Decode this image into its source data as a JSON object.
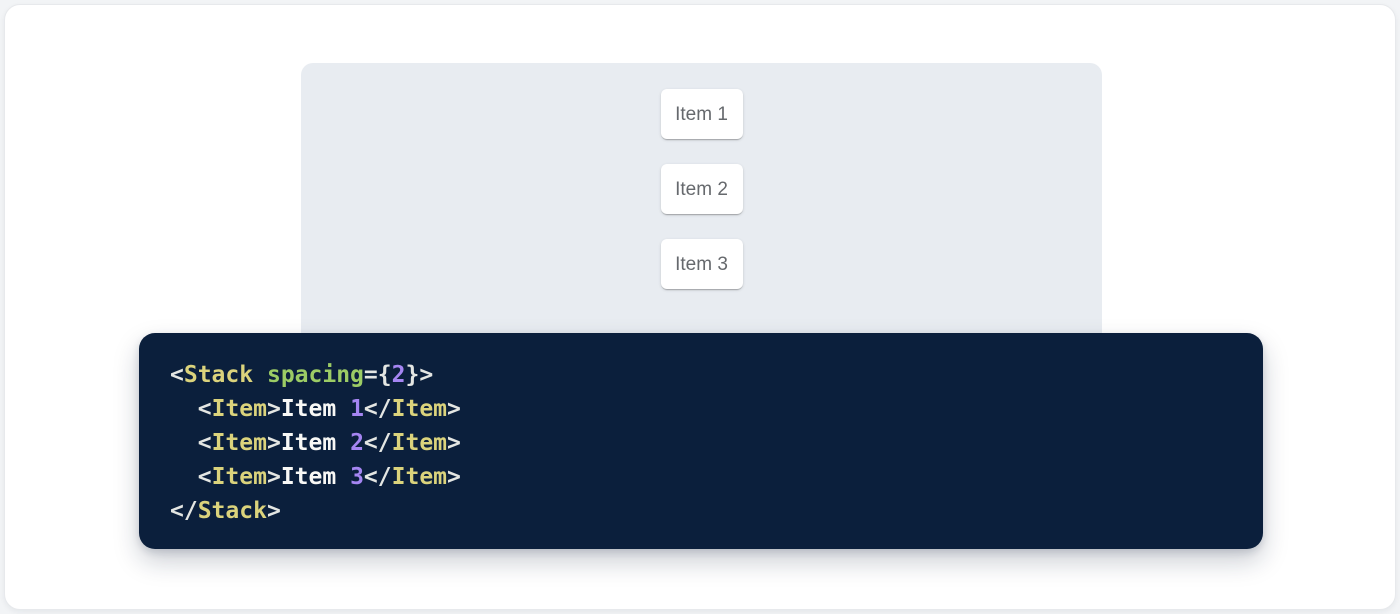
{
  "colors": {
    "page_bg": "#F2F4F6",
    "surface_bg": "#FFFFFF",
    "panel_bg": "#E8ECF1",
    "card_bg": "#FFFFFF",
    "card_text": "#66696D",
    "code_bg": "#0B1F3C",
    "code_tag": "#DBD37C",
    "code_attr": "#9CCC65",
    "code_number": "#A585F2",
    "code_punct": "#E4E6E3",
    "code_plain": "#F8F8F6"
  },
  "demo": {
    "component": "Stack",
    "items": [
      {
        "label": "Item 1"
      },
      {
        "label": "Item 2"
      },
      {
        "label": "Item 3"
      }
    ]
  },
  "code": {
    "lines": [
      {
        "tokens": [
          {
            "type": "punctuation",
            "text": "<"
          },
          {
            "type": "tag",
            "text": "Stack"
          },
          {
            "type": "plain",
            "text": " "
          },
          {
            "type": "attr-name",
            "text": "spacing"
          },
          {
            "type": "punctuation",
            "text": "="
          },
          {
            "type": "punctuation",
            "text": "{"
          },
          {
            "type": "number",
            "text": "2"
          },
          {
            "type": "punctuation",
            "text": "}"
          },
          {
            "type": "punctuation",
            "text": ">"
          }
        ]
      },
      {
        "tokens": [
          {
            "type": "plain",
            "text": "  "
          },
          {
            "type": "punctuation",
            "text": "<"
          },
          {
            "type": "tag",
            "text": "Item"
          },
          {
            "type": "punctuation",
            "text": ">"
          },
          {
            "type": "plain",
            "text": "Item "
          },
          {
            "type": "number",
            "text": "1"
          },
          {
            "type": "punctuation",
            "text": "</"
          },
          {
            "type": "tag",
            "text": "Item"
          },
          {
            "type": "punctuation",
            "text": ">"
          }
        ]
      },
      {
        "tokens": [
          {
            "type": "plain",
            "text": "  "
          },
          {
            "type": "punctuation",
            "text": "<"
          },
          {
            "type": "tag",
            "text": "Item"
          },
          {
            "type": "punctuation",
            "text": ">"
          },
          {
            "type": "plain",
            "text": "Item "
          },
          {
            "type": "number",
            "text": "2"
          },
          {
            "type": "punctuation",
            "text": "</"
          },
          {
            "type": "tag",
            "text": "Item"
          },
          {
            "type": "punctuation",
            "text": ">"
          }
        ]
      },
      {
        "tokens": [
          {
            "type": "plain",
            "text": "  "
          },
          {
            "type": "punctuation",
            "text": "<"
          },
          {
            "type": "tag",
            "text": "Item"
          },
          {
            "type": "punctuation",
            "text": ">"
          },
          {
            "type": "plain",
            "text": "Item "
          },
          {
            "type": "number",
            "text": "3"
          },
          {
            "type": "punctuation",
            "text": "</"
          },
          {
            "type": "tag",
            "text": "Item"
          },
          {
            "type": "punctuation",
            "text": ">"
          }
        ]
      },
      {
        "tokens": [
          {
            "type": "punctuation",
            "text": "</"
          },
          {
            "type": "tag",
            "text": "Stack"
          },
          {
            "type": "punctuation",
            "text": ">"
          }
        ]
      }
    ]
  }
}
